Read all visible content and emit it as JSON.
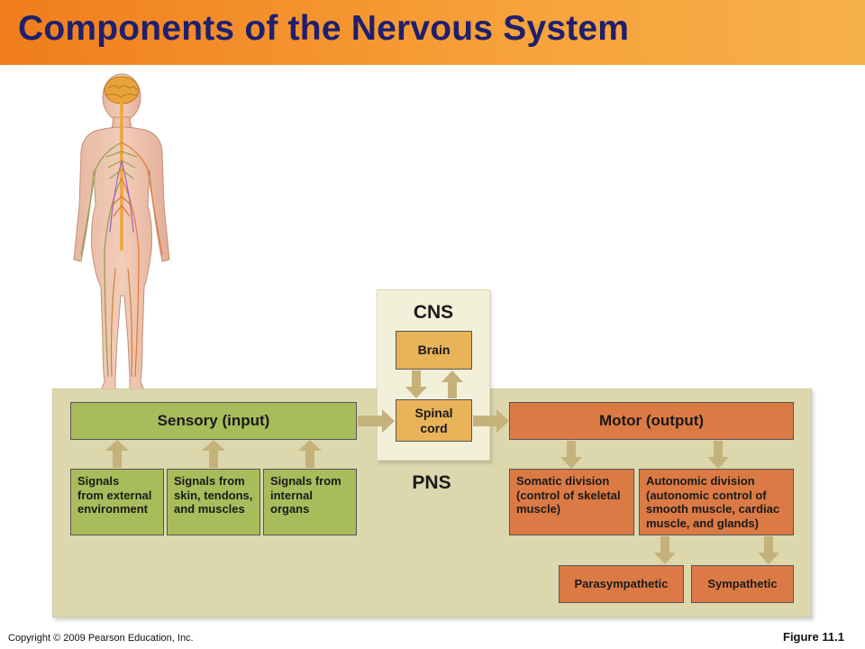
{
  "header": {
    "title": "Components of the Nervous System"
  },
  "cns": {
    "label": "CNS",
    "brain": "Brain",
    "spinal_cord": "Spinal\ncord"
  },
  "pns": {
    "label": "PNS"
  },
  "sensory": {
    "label": "Sensory (input)",
    "sources": [
      "Signals\nfrom external\nenvironment",
      "Signals from\nskin, tendons,\nand muscles",
      "Signals from\ninternal\norgans"
    ]
  },
  "motor": {
    "label": "Motor (output)",
    "somatic": {
      "title": "Somatic division",
      "desc": "(control of skeletal\nmuscle)"
    },
    "autonomic": {
      "title": "Autonomic division",
      "desc": "(autonomic control of\nsmooth muscle, cardiac\nmuscle, and glands)"
    },
    "parasympathetic": "Parasympathetic",
    "sympathetic": "Sympathetic"
  },
  "footer": {
    "copyright": "Copyright © 2009 Pearson Education, Inc.",
    "figure": "Figure 11.1"
  },
  "colors": {
    "title_text": "#1f1f6e",
    "header_orange": "#f07d1c",
    "pns_panel": "#dcd7ad",
    "cns_panel": "#f3f0d9",
    "sensory_green": "#a8bc5b",
    "motor_orange": "#dc7a45",
    "cns_yellow": "#e9b35a",
    "arrow": "#c4b27a"
  }
}
